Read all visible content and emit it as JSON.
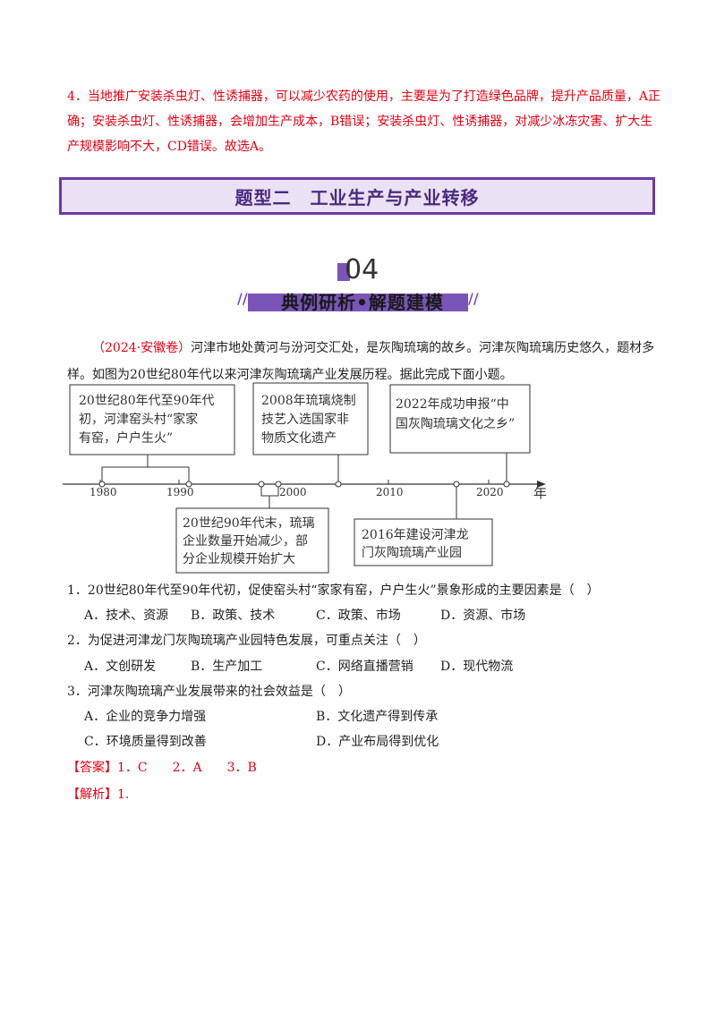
{
  "prev_answer": "4．当地推广安装杀虫灯、性诱捕器，可以减少农药的使用，主要是为了打造绿色品牌，提升产品质量，A正确；安装杀虫灯、性诱捕器，会增加生产成本，B错误；安装杀虫灯、性诱捕器，对减少冰冻灾害、扩大生产规模影响不大，CD错误。故选A。",
  "section_title": "题型二　工业生产与产业转移",
  "badge": {
    "number": "04",
    "title": "典例研析•解题建模"
  },
  "intro": {
    "source": "（2024·安徽卷）",
    "text": "河津市地处黄河与汾河交汇处，是灰陶琉璃的故乡。河津灰陶琉璃历史悠久，题材多样。如图为20世纪80年代以来河津灰陶琉璃产业发展历程。据此完成下面小题。"
  },
  "timeline": {
    "ticks": [
      "1980",
      "1990",
      "2000",
      "2010",
      "2020"
    ],
    "axis_unit": "年",
    "boxes": [
      {
        "lines": [
          "20世纪80年代至90年代",
          "初，河津窑头村“家家",
          "有窑，户户生火”"
        ]
      },
      {
        "lines": [
          "2008年琉璃烧制",
          "技艺入选国家非",
          "物质文化遗产"
        ]
      },
      {
        "lines": [
          "2022年成功申报“中",
          "国灰陶琉璃文化之乡”"
        ]
      },
      {
        "lines": [
          "20世纪90年代末，琉璃",
          "企业数量开始减少，部",
          "分企业规模开始扩大"
        ]
      },
      {
        "lines": [
          "2016年建设河津龙",
          "门灰陶琉璃产业园"
        ]
      }
    ]
  },
  "questions": [
    {
      "stem": "1．20世纪80年代至90年代初，促使窑头村“家家有窑，户户生火”景象形成的主要因素是（　）",
      "options": [
        "A．技术、资源",
        "B．政策、技术",
        "C．政策、市场",
        "D．资源、市场"
      ]
    },
    {
      "stem": "2．为促进河津龙门灰陶琉璃产业园特色发展，可重点关注（　）",
      "options": [
        "A．文创研发",
        "B．生产加工",
        "C．网络直播营销",
        "D．现代物流"
      ]
    },
    {
      "stem": "3．河津灰陶琉璃产业发展带来的社会效益是（　）",
      "options": [
        "A．企业的竞争力增强",
        "B．文化遗产得到传承",
        "C．环境质量得到改善",
        "D．产业布局得到优化"
      ]
    }
  ],
  "answer": {
    "label": "【答案】",
    "text": "1．C　　2．A　　3．B"
  },
  "analysis": {
    "label": "【解析】",
    "text": "1."
  }
}
